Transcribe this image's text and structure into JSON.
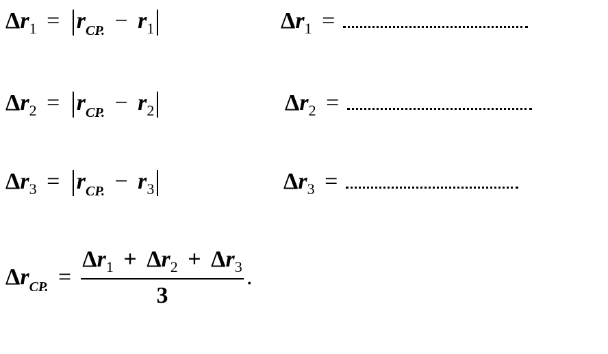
{
  "symbols": {
    "delta": "Δ",
    "r": "r",
    "equals": "=",
    "minus": "−",
    "plus": "+",
    "cp": "CP."
  },
  "rows": [
    {
      "index": "1"
    },
    {
      "index": "2"
    },
    {
      "index": "3"
    }
  ],
  "average": {
    "denominator": "3",
    "period": "."
  }
}
